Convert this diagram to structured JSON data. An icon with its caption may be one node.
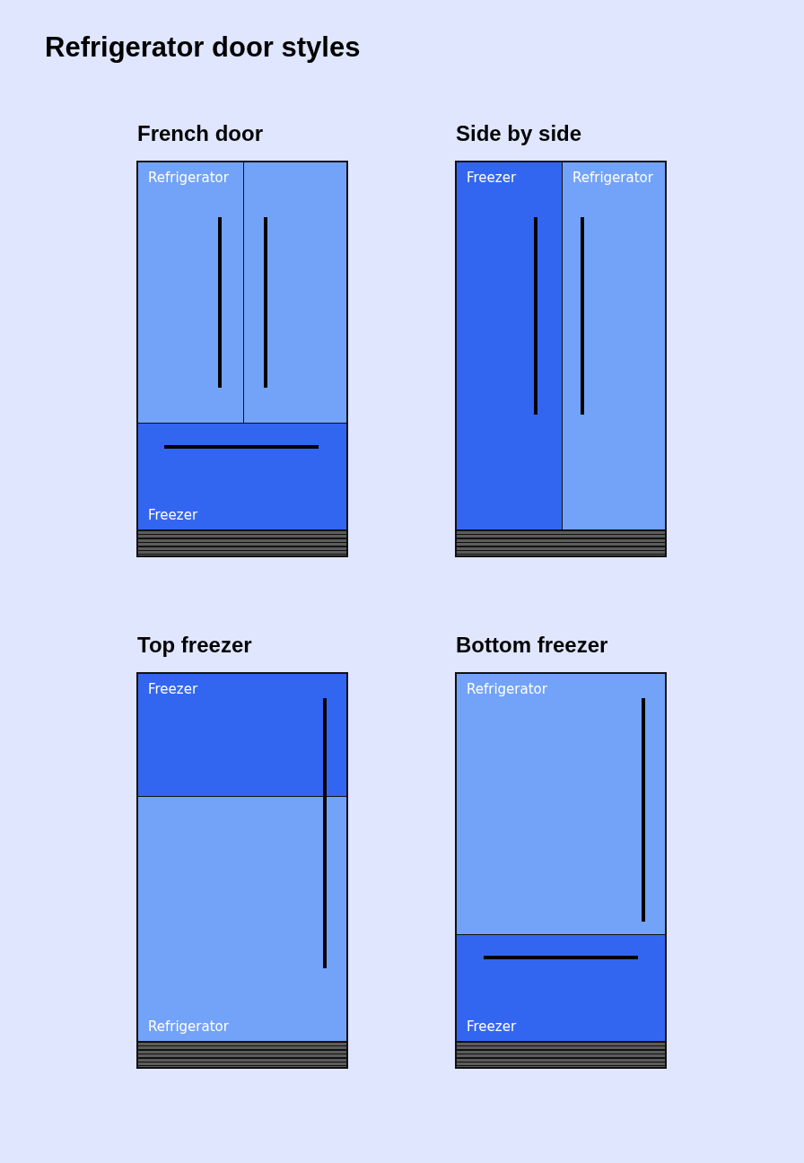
{
  "diagram": {
    "title": "Refrigerator door styles",
    "nodes": [
      {
        "text": [
          "French door"
        ]
      },
      {
        "text": [
          "Refrigerator"
        ],
        "in": 0
      },
      {
        "text": [],
        "shape": "box",
        "in": 0
      },
      {
        "text": [
          "Freezer"
        ],
        "in": 0
      },
      {
        "text": [],
        "shape": "bar",
        "in": 0
      },
      {
        "text": [
          "Side by side"
        ]
      },
      {
        "text": [
          "Freezer"
        ],
        "in": 5
      },
      {
        "text": [
          "Refrigerator"
        ],
        "in": 5
      },
      {
        "text": [],
        "shape": "bar",
        "in": 5
      },
      {
        "text": [
          "Top freezer"
        ]
      },
      {
        "text": [
          "Freezer"
        ],
        "in": 9
      },
      {
        "text": [
          "Refrigerator"
        ],
        "in": 9
      },
      {
        "text": [],
        "shape": "bar",
        "in": 9
      },
      {
        "text": [
          "Bottom freezer"
        ]
      },
      {
        "text": [
          "Refrigerator"
        ],
        "in": 13
      },
      {
        "text": [
          "Freezer"
        ],
        "in": 13
      },
      {
        "text": [],
        "shape": "bar",
        "in": 13
      }
    ],
    "edges": []
  }
}
